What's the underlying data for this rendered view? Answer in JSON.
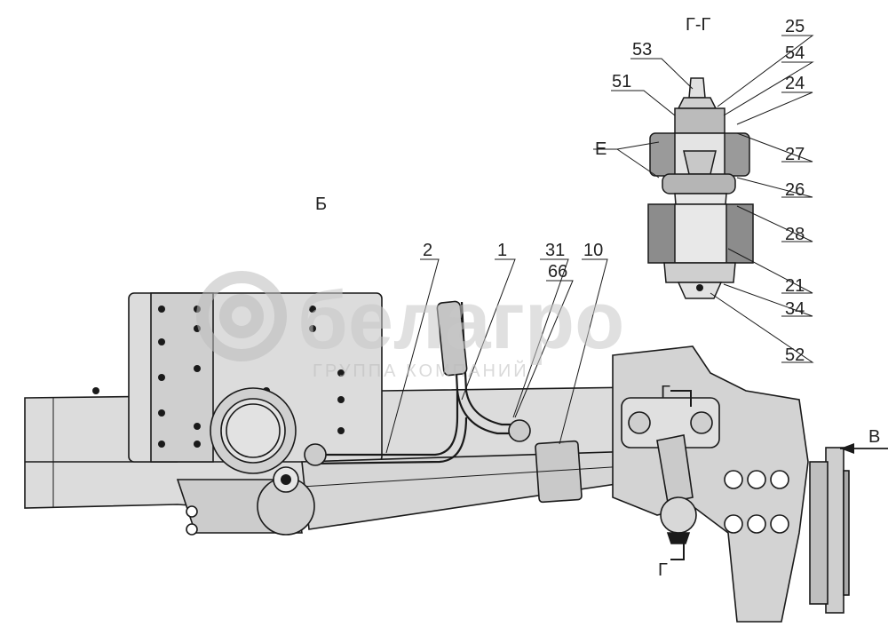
{
  "view_label": "Б",
  "section_title": "Г-Г",
  "section_marks": {
    "upper": "Г",
    "lower": "Г"
  },
  "view_arrow_label": "В",
  "detail_label_e": "Е",
  "callouts": {
    "c1": "1",
    "c2": "2",
    "c31": "31",
    "c66": "66",
    "c10": "10",
    "c53": "53",
    "c51": "51",
    "c25": "25",
    "c54": "54",
    "c24": "24",
    "c27": "27",
    "c26": "26",
    "c28": "28",
    "c21": "21",
    "c34": "34",
    "c52": "52"
  },
  "watermark": {
    "brand": "белагро",
    "subtitle": "ГРУППА КОМПАНИЙ"
  },
  "colors": {
    "line": "#1a1a1a",
    "fill_light": "#d9d9d9",
    "fill_mid": "#bdbdbd",
    "fill_dark": "#8a8a8a",
    "watermark": "#cfcfcf"
  }
}
